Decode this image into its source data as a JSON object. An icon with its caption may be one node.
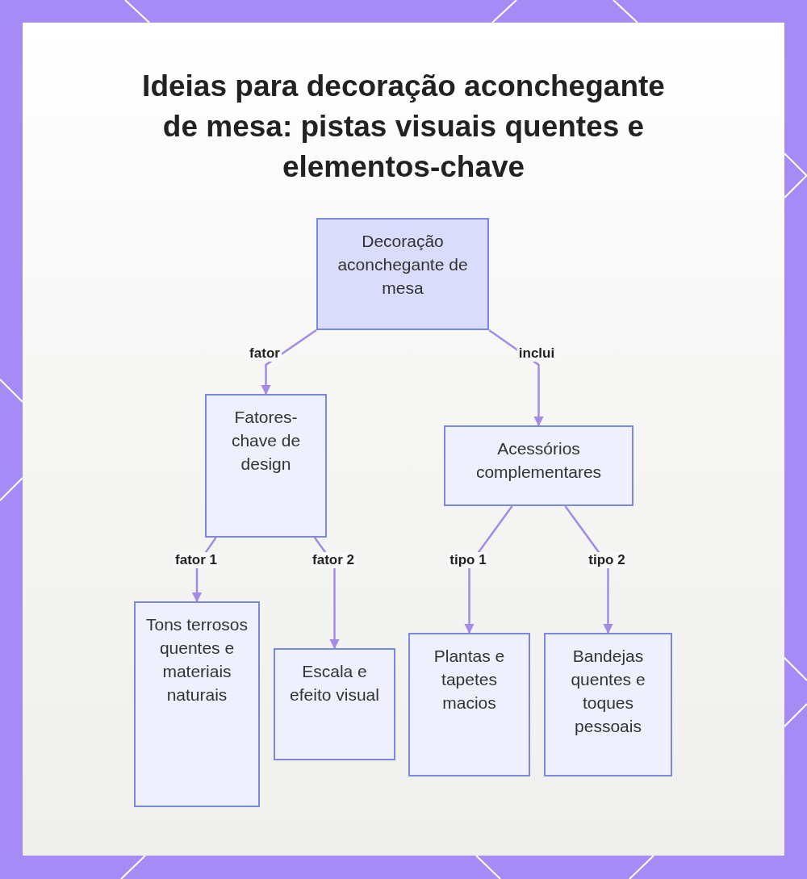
{
  "diagram": {
    "title": "Ideias para decoração aconchegante de mesa: pistas visuais quentes e elementos-chave",
    "nodes": [
      {
        "text": [
          "Decoração aconchegante de mesa"
        ]
      },
      {
        "text": [
          "Fatores-chave de design"
        ]
      },
      {
        "text": [
          "Acessórios complementares"
        ]
      },
      {
        "text": [
          "Tons terrosos quentes e materiais naturais"
        ]
      },
      {
        "text": [
          "Escala e efeito visual"
        ]
      },
      {
        "text": [
          "Plantas e tapetes macios"
        ]
      },
      {
        "text": [
          "Bandejas quentes e toques pessoais"
        ]
      }
    ],
    "edges": [
      {
        "from": 0,
        "to": 1,
        "arrow": "to",
        "label": "fator"
      },
      {
        "from": 0,
        "to": 2,
        "arrow": "to",
        "label": "inclui"
      },
      {
        "from": 1,
        "to": 3,
        "arrow": "to",
        "label": "fator 1"
      },
      {
        "from": 1,
        "to": 4,
        "arrow": "to",
        "label": "fator 2"
      },
      {
        "from": 2,
        "to": 5,
        "arrow": "to",
        "label": "tipo 1"
      },
      {
        "from": 2,
        "to": 6,
        "arrow": "to",
        "label": "tipo 2"
      }
    ]
  }
}
